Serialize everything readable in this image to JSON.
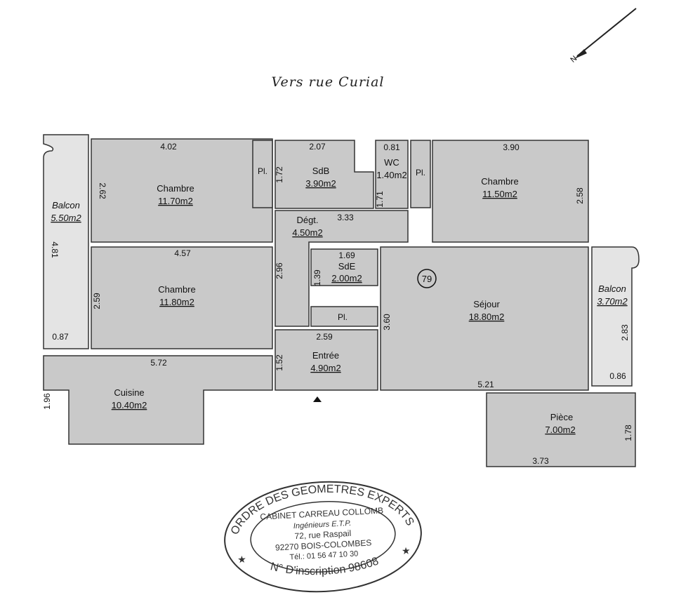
{
  "title": "Vers rue Curial",
  "north_label": "N",
  "lot_number": "79",
  "rooms": {
    "balcon_left": {
      "name": "Balcon",
      "area": "5.50m2",
      "dims": [
        "4.81",
        "0.87"
      ]
    },
    "chambre_1": {
      "name": "Chambre",
      "area": "11.70m2",
      "dims": [
        "4.02",
        "2.62"
      ]
    },
    "placard_1": {
      "name": "Pl."
    },
    "sdb": {
      "name": "SdB",
      "area": "3.90m2",
      "dims": [
        "2.07",
        "1.72"
      ]
    },
    "wc": {
      "name": "WC",
      "area": "1.40m2",
      "dims": [
        "0.81",
        "1.71"
      ]
    },
    "placard_2": {
      "name": "Pl."
    },
    "chambre_2": {
      "name": "Chambre",
      "area": "11.50m2",
      "dims": [
        "3.90",
        "2.58"
      ]
    },
    "degt": {
      "name": "Dégt.",
      "area": "4.50m2",
      "dims": [
        "3.33",
        "2.96"
      ]
    },
    "chambre_3": {
      "name": "Chambre",
      "area": "11.80m2",
      "dims": [
        "4.57",
        "2.59"
      ]
    },
    "sde": {
      "name": "SdE",
      "area": "2.00m2",
      "dims": [
        "1.69",
        "1.39"
      ]
    },
    "placard_3": {
      "name": "Pl."
    },
    "sejour": {
      "name": "Séjour",
      "area": "18.80m2",
      "dims": [
        "3.60",
        "5.21"
      ]
    },
    "balcon_right": {
      "name": "Balcon",
      "area": "3.70m2",
      "dims": [
        "2.83",
        "0.86"
      ]
    },
    "entree": {
      "name": "Entrée",
      "area": "4.90m2",
      "dims": [
        "2.59",
        "1.52"
      ]
    },
    "cuisine": {
      "name": "Cuisine",
      "area": "10.40m2",
      "dims": [
        "5.72",
        "1.96"
      ]
    },
    "piece": {
      "name": "Pièce",
      "area": "7.00m2",
      "dims": [
        "1.78",
        "3.73"
      ]
    }
  },
  "stamp": {
    "ring_top": "ORDRE DES GEOMETRES EXPERTS",
    "ring_bottom": "N° D'inscription 98608",
    "lines": [
      "CABINET CARREAU COLLOMB",
      "Ingénieurs E.T.P.",
      "72, rue Raspail",
      "92270 BOIS-COLOMBES",
      "Tél.: 01 56 47 10 30"
    ]
  }
}
